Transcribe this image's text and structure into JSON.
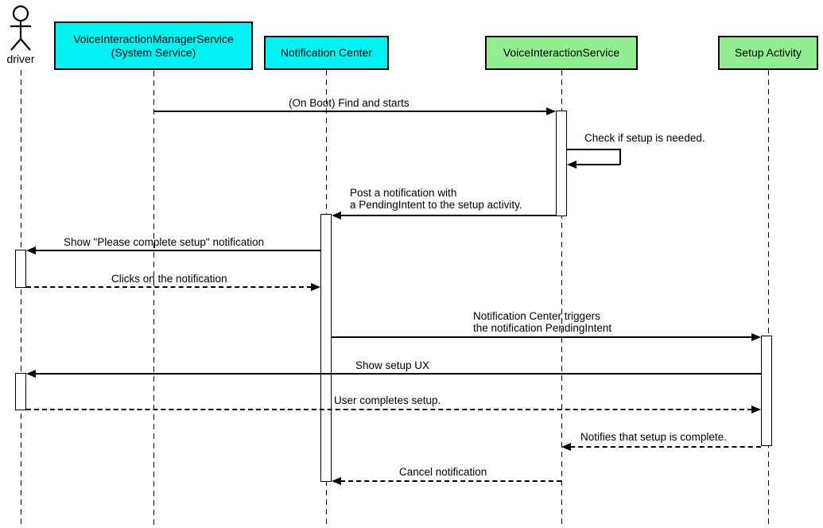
{
  "diagram_type": "uml-sequence-diagram",
  "colors": {
    "participant_cyan": "#00F2F2",
    "participant_green": "#90EE90",
    "line": "#000000",
    "background": "#ffffff"
  },
  "actor": {
    "label": "driver"
  },
  "participants": [
    {
      "id": "voice-interaction-manager-service",
      "line1": "VoiceInteractionManagerService",
      "line2": "(System Service)",
      "fill": "#00F2F2"
    },
    {
      "id": "notification-center",
      "line1": "Notification Center",
      "line2": "",
      "fill": "#00F2F2"
    },
    {
      "id": "voice-interaction-service",
      "line1": "VoiceInteractionService",
      "line2": "",
      "fill": "#90EE90"
    },
    {
      "id": "setup-activity",
      "line1": "Setup Activity",
      "line2": "",
      "fill": "#90EE90"
    }
  ],
  "messages": [
    {
      "label": "(On Boot) Find and starts",
      "from": "voice-interaction-manager-service",
      "to": "voice-interaction-service",
      "style": "solid"
    },
    {
      "label": "Check if setup is needed.",
      "from": "voice-interaction-service",
      "to": "voice-interaction-service",
      "style": "self"
    },
    {
      "line1": "Post a notification with",
      "line2": "a PendingIntent to the setup activity.",
      "from": "voice-interaction-service",
      "to": "notification-center",
      "style": "solid"
    },
    {
      "label": "Show \"Please complete setup\" notification",
      "from": "notification-center",
      "to": "driver",
      "style": "solid"
    },
    {
      "label": "Clicks on the notification",
      "from": "driver",
      "to": "notification-center",
      "style": "dashed"
    },
    {
      "line1": "Notification Center triggers",
      "line2": "the notification PendingIntent",
      "from": "notification-center",
      "to": "setup-activity",
      "style": "solid"
    },
    {
      "label": "Show setup UX",
      "from": "setup-activity",
      "to": "driver",
      "style": "solid"
    },
    {
      "label": "User completes setup.",
      "from": "driver",
      "to": "setup-activity",
      "style": "dashed"
    },
    {
      "label": "Notifies that setup is complete.",
      "from": "setup-activity",
      "to": "voice-interaction-service",
      "style": "dashed"
    },
    {
      "label": "Cancel notification",
      "from": "voice-interaction-service",
      "to": "notification-center",
      "style": "dashed"
    }
  ]
}
